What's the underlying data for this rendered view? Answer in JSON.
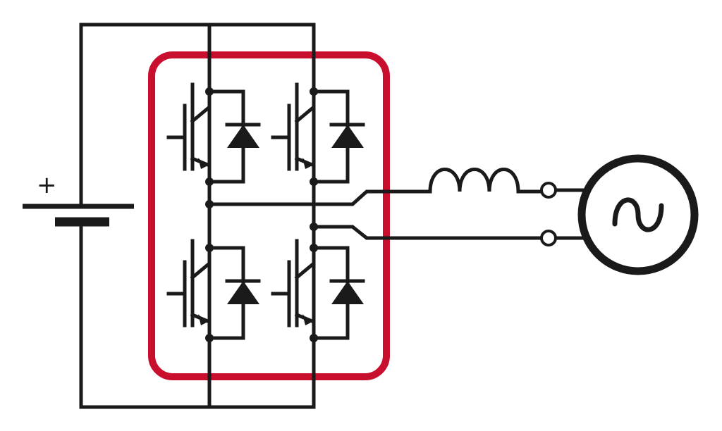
{
  "battery": {
    "polarity_label": "+"
  },
  "colors": {
    "bridge_outline": "#c8102e",
    "wire": "#1a1a1a"
  },
  "components": {
    "switches": [
      "igbt-with-diode-top-left",
      "igbt-with-diode-top-right",
      "igbt-with-diode-bottom-left",
      "igbt-with-diode-bottom-right"
    ],
    "inductor": "inductor-icon",
    "source": "ac-source-icon"
  }
}
